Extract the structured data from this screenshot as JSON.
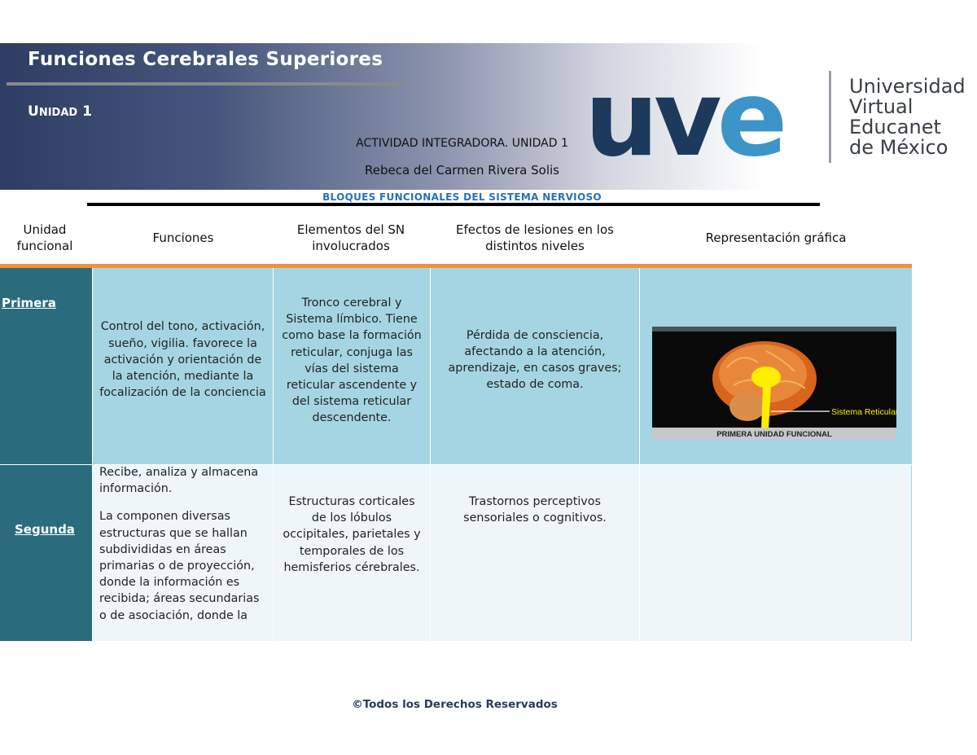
{
  "header": {
    "course_title": "Funciones Cerebrales Superiores",
    "unit_first_letter": "U",
    "unit_rest": "NIDAD",
    "unit_number": "1",
    "activity": "ACTIVIDAD INTEGRADORA. UNIDAD 1",
    "author": "Rebeca del Carmen Rivera Solis"
  },
  "logo": {
    "wordmark": "uve",
    "line1": "Universidad",
    "line2": "Virtual",
    "line3": "Educanet",
    "line4": "de México",
    "dark_color": "#1d3a5c",
    "light_color": "#3d94c9"
  },
  "table": {
    "subtitle": "BLOQUES FUNCIONALES DEL SISTEMA NERVIOSO",
    "headers": {
      "unit": "Unidad funcional",
      "functions": "Funciones",
      "elements": "Elementos del SN involucrados",
      "effects": "Efectos de lesiones en los distintos niveles",
      "graphic": "Representación gráfica"
    },
    "rows": [
      {
        "unit": "Primera",
        "functions": "Control del tono, activación, sueño, vigilia. favorece la activación y orientación de la atención, mediante la focalización de la conciencia",
        "elements": "Tronco cerebral y Sistema límbico. Tiene como base la formación reticular, conjuga las vías del sistema reticular ascendente y del sistema reticular descendente.",
        "effects": "Pérdida de consciencia, afectando a la atención, aprendizaje, en casos graves; estado de coma.",
        "image_label": "Sistema Reticular",
        "image_caption": "PRIMERA UNIDAD FUNCIONAL"
      },
      {
        "unit": "Segunda",
        "functions_p1": "Recibe, analiza y almacena información.",
        "functions_p2": "La componen diversas estructuras que se hallan subdivididas en áreas primarias o de proyección, donde la información es recibida; áreas secundarias o de asociación, donde la",
        "elements": "Estructuras corticales de los lóbulos occipitales, parietales y temporales de los hemisferios cérebrales.",
        "effects": "Trastornos perceptivos sensoriales o cognitivos."
      }
    ]
  },
  "footer": {
    "text": "©Todos los Derechos Reservados"
  }
}
